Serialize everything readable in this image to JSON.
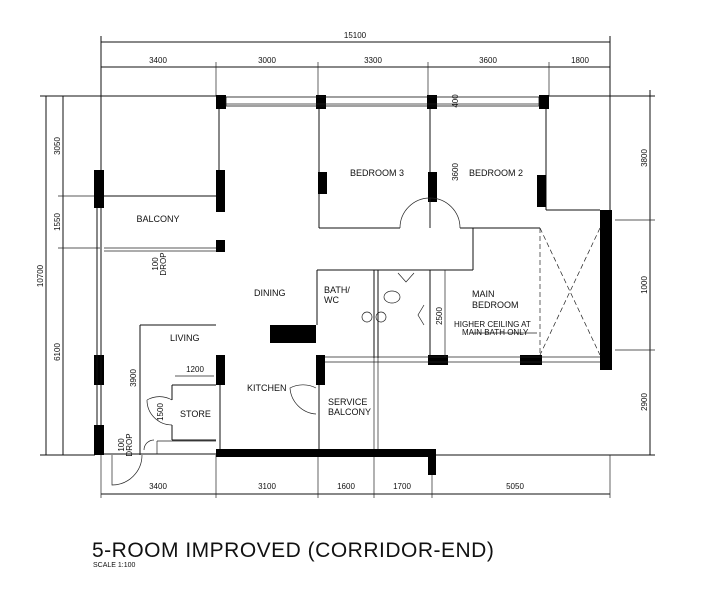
{
  "plan": {
    "title": "5-ROOM IMPROVED (CORRIDOR-END)",
    "scale": "SCALE 1:100",
    "colors": {
      "ink": "#000000",
      "background": "#ffffff"
    }
  },
  "dimensions": {
    "top_overall": "15100",
    "top": [
      "3400",
      "3000",
      "3300",
      "3600",
      "1800"
    ],
    "bottom": [
      "3400",
      "3100",
      "1600",
      "1700",
      "5050"
    ],
    "left_overall": "10700",
    "left": [
      "3050",
      "1550",
      "6100"
    ],
    "right": [
      "3800",
      "1000",
      "2900"
    ],
    "internal": {
      "bedroom2_depth": "3600",
      "window_400": "400",
      "living_3900": "3900",
      "store_1200": "1200",
      "store_1500": "1500",
      "bath_2500": "2500"
    }
  },
  "rooms": {
    "bedroom3": "BEDROOM 3",
    "bedroom2": "BEDROOM 2",
    "balcony": "BALCONY",
    "drop_top": [
      "100",
      "DROP"
    ],
    "dining": "DINING",
    "living": "LIVING",
    "kitchen": "KITCHEN",
    "service_balcony": [
      "SERVICE",
      "BALCONY"
    ],
    "store": "STORE",
    "bath": [
      "BATH/",
      "WC"
    ],
    "main_bedroom": [
      "MAIN",
      "BEDROOM"
    ],
    "ceiling_note": [
      "HIGHER CEILING AT",
      "MAIN BATH ONLY"
    ],
    "drop_bottom": [
      "100",
      "DROP"
    ]
  }
}
